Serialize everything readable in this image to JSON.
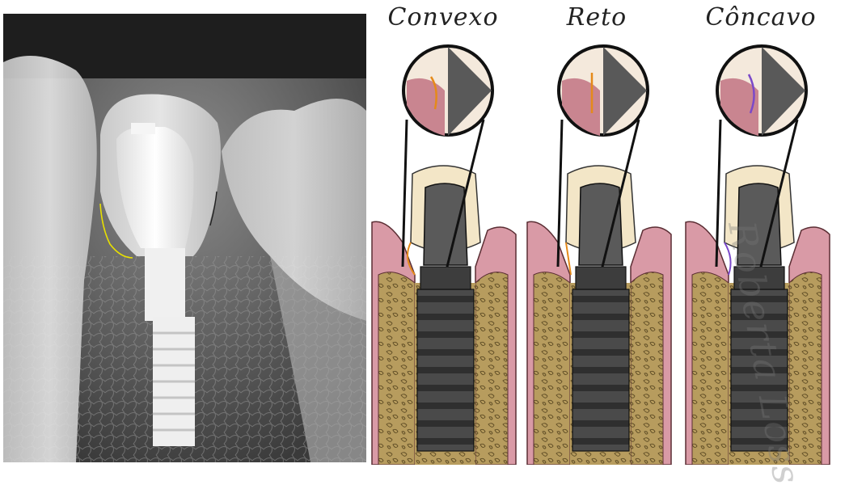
{
  "xray": {
    "description_icon": "dental-radiograph-icon"
  },
  "illustration": {
    "panels": [
      {
        "title": "Convexo",
        "profile_color": "#e58a1a"
      },
      {
        "title": "Reto",
        "profile_color": "#e58a1a"
      },
      {
        "title": "Côncavo",
        "profile_color": "#7b49c9"
      }
    ],
    "signature": "Roberta Loss"
  },
  "colors": {
    "bone": "#b79c5e",
    "gum": "#d99aa6",
    "crown": "#f3e6c7",
    "implant": "#3d3d3d",
    "abutment": "#5a5a5a"
  }
}
